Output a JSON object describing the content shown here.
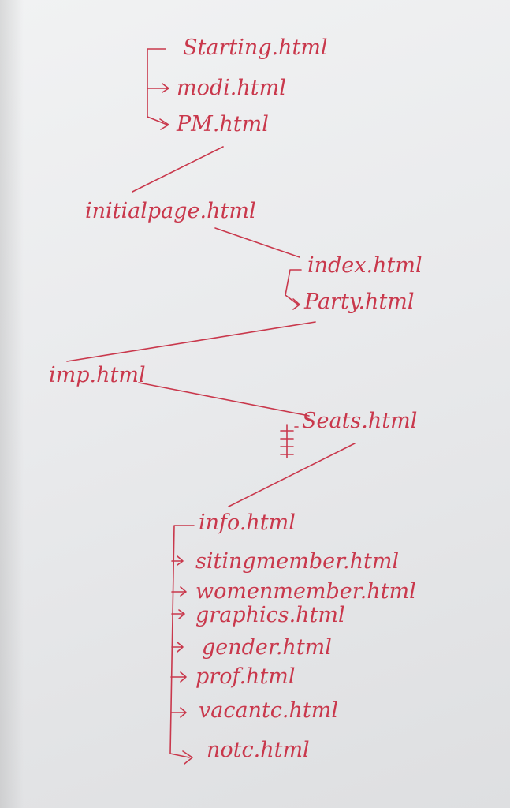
{
  "colors": {
    "ink": "#c9384c",
    "paper": "#eceeef"
  },
  "files": {
    "starting": "Starting.html",
    "modi": "modi.html",
    "pm": "PM.html",
    "initialpage": "initialpage.html",
    "index": "index.html",
    "party": "Party.html",
    "imp": "imp.html",
    "seats": "Seats.html",
    "info": "info.html",
    "sittingmember": "sitingmember.html",
    "womenmember": "womenmember.html",
    "graphics": "graphics.html",
    "gender": "gender.html",
    "prof": "prof.html",
    "vacant": "vacantc.html",
    "note": "notc.html"
  }
}
